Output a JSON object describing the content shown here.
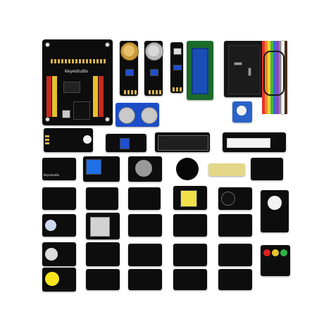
{
  "image": {
    "description_kind": "product-photo",
    "background_color": "#ffffff",
    "board_color": "#0d0d0d",
    "header_red": "#c62a1f",
    "header_yellow": "#e7c12c",
    "lcd_color": "#1a4fb8",
    "pin_color": "#d9b34a"
  },
  "labels": {
    "expansion_board_brand": "Keyestudio",
    "module_brand": "Keyestudio"
  }
}
